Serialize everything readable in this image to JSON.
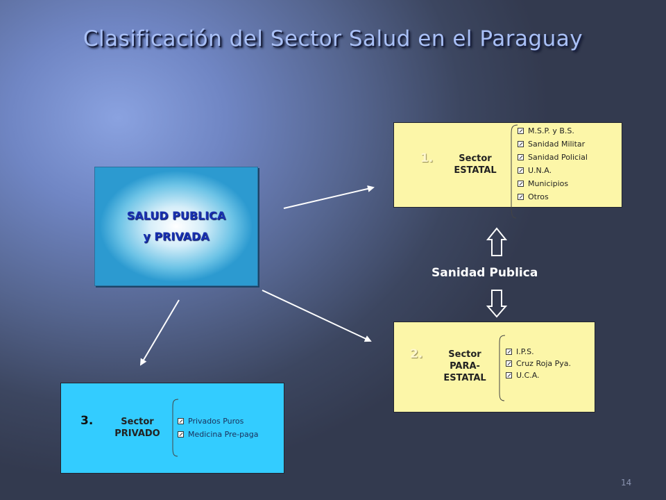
{
  "title": "Clasificación del Sector Salud en el Paraguay",
  "central": {
    "line1": "SALUD PUBLICA",
    "line2": "y PRIVADA"
  },
  "box1": {
    "number": "1.",
    "sector_line1": "Sector",
    "sector_line2": "ESTATAL",
    "items": [
      "M.S.P. y B.S.",
      "Sanidad Militar",
      "Sanidad Policial",
      "U.N.A.",
      "Municipios",
      "Otros"
    ]
  },
  "box2": {
    "number": "2.",
    "sector_line1": "Sector",
    "sector_line2": "PARA-",
    "sector_line3": "ESTATAL",
    "items": [
      "I.P.S.",
      "Cruz Roja Pya.",
      "U.C.A."
    ]
  },
  "box3": {
    "number": "3.",
    "sector_line1": "Sector",
    "sector_line2": "PRIVADO",
    "items": [
      "Privados Puros",
      "Medicina Pre-paga"
    ]
  },
  "sanidad_label": "Sanidad Publica",
  "page_number": "14",
  "colors": {
    "box_yellow": "#fcf6a8",
    "box_cyan": "#33ccff",
    "title": "#a9c0f6",
    "central_text": "#1830b0"
  }
}
